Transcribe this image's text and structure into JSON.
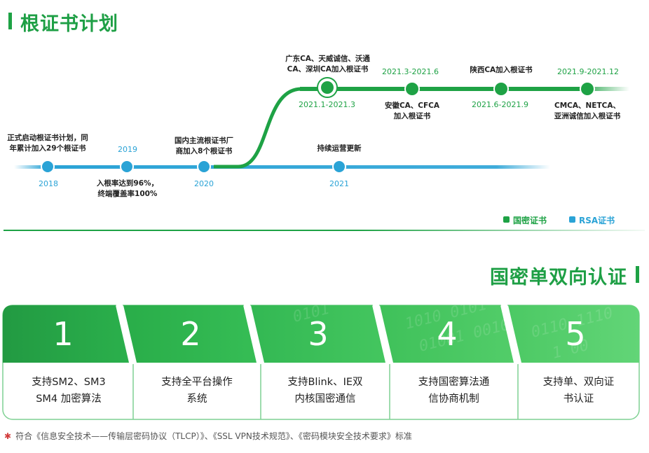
{
  "section1": {
    "title": "根证书计划"
  },
  "timeline": {
    "rsa_events": [
      {
        "year": "2018",
        "text_lines": [
          "正式启动根证书计划，同",
          "年累计加入29个根证书"
        ]
      },
      {
        "year": "2019",
        "text_lines": [
          "入根率达到96%，",
          "终端覆盖率100%"
        ]
      },
      {
        "year": "2020",
        "text_lines": [
          "国内主流根证书厂",
          "商加入8个根证书"
        ]
      },
      {
        "year": "2021",
        "text_lines": [
          "持续运营更新"
        ]
      }
    ],
    "sm_events": [
      {
        "period": "2021.1-2021.3",
        "text_lines": [
          "广东CA、天威诚信、沃通",
          "CA、深圳CA加入根证书"
        ]
      },
      {
        "period": "2021.3-2021.6",
        "text_lines": [
          "安徽CA、CFCA",
          "加入根证书"
        ]
      },
      {
        "period": "2021.6-2021.9",
        "text_lines": [
          "陕西CA加入根证书"
        ]
      },
      {
        "period": "2021.9-2021.12",
        "text_lines": [
          "CMCA、NETCA、",
          "亚洲诚信加入根证书"
        ]
      }
    ],
    "legend": [
      {
        "label": "国密证书",
        "color": "#1ea245"
      },
      {
        "label": "RSA证书",
        "color": "#2aa3d6"
      }
    ],
    "colors": {
      "rsa": "#2aa3d6",
      "sm": "#1ea245"
    }
  },
  "section2": {
    "title": "国密单双向认证"
  },
  "cards": [
    {
      "number": "1",
      "text_lines": [
        "支持SM2、SM3",
        "SM4 加密算法"
      ]
    },
    {
      "number": "2",
      "text_lines": [
        "支持全平台操作",
        "系统"
      ]
    },
    {
      "number": "3",
      "text_lines": [
        "支持Blink、IE双",
        "内核国密通信"
      ]
    },
    {
      "number": "4",
      "text_lines": [
        "支持国密算法通",
        "信协商机制"
      ]
    },
    {
      "number": "5",
      "text_lines": [
        "支持单、双向证",
        "书认证"
      ]
    }
  ],
  "footer": {
    "star": "✱",
    "text": "符合《信息安全技术——传输层密码协议（TLCP）》、《SSL VPN技术规范》、《密码模块安全技术要求》标准"
  }
}
